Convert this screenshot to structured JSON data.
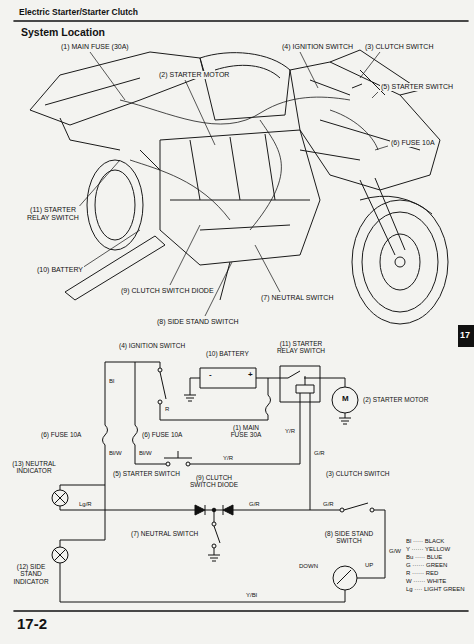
{
  "diagram": {
    "title": "System Location",
    "labels": [
      "Electric Starter/Starter Clutch",
      "(1) MAIN FUSE (30A)",
      "(2) STARTER MOTOR",
      "(4) IGNITION SWITCH",
      "(3) CLUTCH SWITCH",
      "(5) STARTER SWITCH",
      "(6) FUSE 10A",
      "(11) STARTER RELAY SWITCH",
      "(10) BATTERY",
      "(9) CLUTCH SWITCH DIODE",
      "(7) NEUTRAL SWITCH",
      "(8) SIDE STAND SWITCH",
      "(4) IGNITION SWITCH",
      "(10) BATTERY",
      "(11) STARTER RELAY SWITCH",
      "M",
      "(2) STARTER MOTOR",
      "(6) FUSE 10A",
      "(6) FUSE 10A",
      "(1) MAIN FUSE 30A",
      "R",
      "Bl",
      "Bl/W",
      "Bl/W",
      "Y/R",
      "(5) STARTER SWITCH",
      "(9) CLUTCH SWITCH DIODE",
      "Y/R",
      "G/R",
      "G/R",
      "G/R",
      "(3) CLUTCH SWITCH",
      "Lg/R",
      "(13) NEUTRAL INDICATOR",
      "(7) NEUTRAL SWITCH",
      "(12) SIDE STAND INDICATOR",
      "(8) SIDE STAND SWITCH",
      "DOWN",
      "UP",
      "G/W",
      "Y/Bl",
      "-",
      "+",
      "Bl ····· BLACK",
      "Y ······ YELLOW",
      "Bu ····· BLUE",
      "G ······ GREEN",
      "R ······ RED",
      "W ······ WHITE",
      "Lg ···· LIGHT GREEN",
      "17-2",
      "17"
    ]
  }
}
